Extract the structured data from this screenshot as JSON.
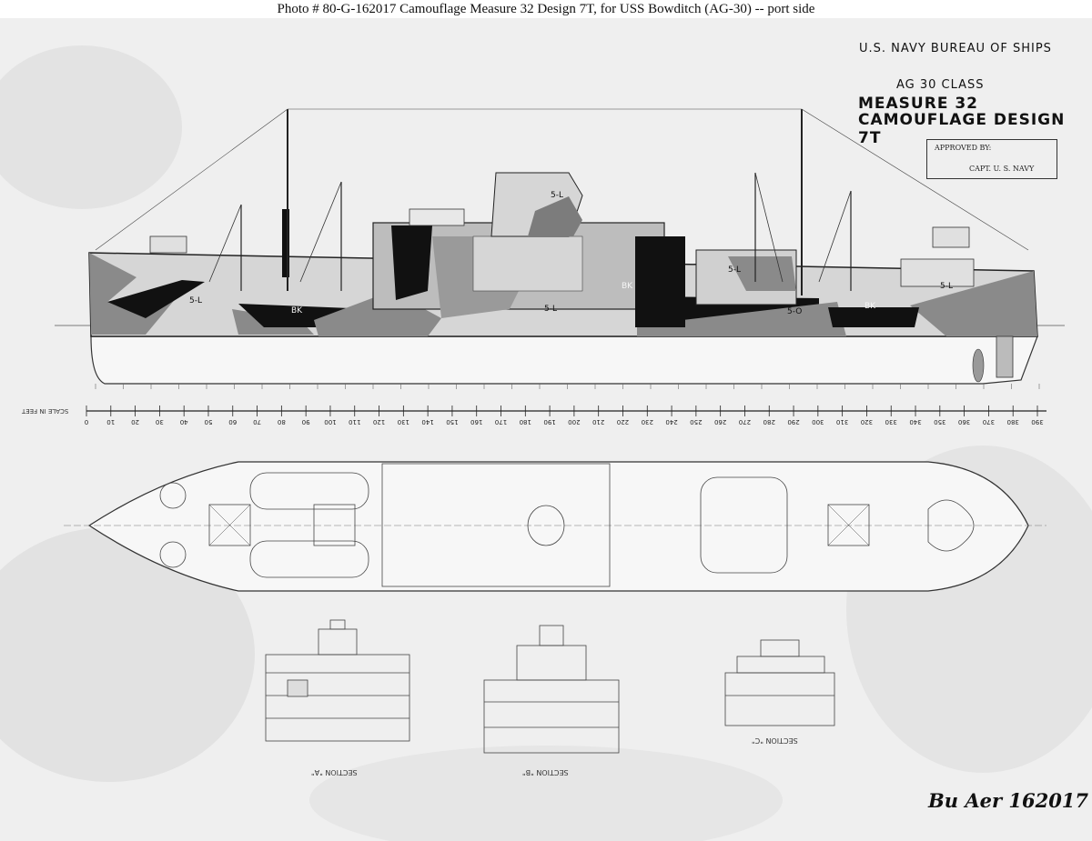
{
  "caption": "Photo # 80-G-162017 Camouflage Measure 32 Design 7T, for USS Bowditch (AG-30) -- port side",
  "header": {
    "navy": "U.S. NAVY BUREAU OF SHIPS",
    "ship_class": "AG 30 CLASS",
    "measure": "MEASURE 32",
    "design": "CAMOUFLAGE DESIGN 7T"
  },
  "approval": {
    "label": "APPROVED BY:",
    "signature_line": "CAPT. U. S. NAVY"
  },
  "paint_codes": {
    "light": "5-L",
    "black": "BK",
    "ocean": "5-O"
  },
  "section_labels": {
    "a": "SECTION \"A\"",
    "b": "SECTION \"B\"",
    "c": "SECTION \"C\""
  },
  "scale_label": "SCALE IN FEET",
  "scale_ticks": [
    "0",
    "10",
    "20",
    "30",
    "40",
    "50",
    "60",
    "70",
    "80",
    "90",
    "100",
    "110",
    "120",
    "130",
    "140",
    "150",
    "160",
    "170",
    "180",
    "190",
    "200",
    "210",
    "220",
    "230",
    "240",
    "250",
    "260",
    "270",
    "280",
    "290",
    "300",
    "310",
    "320",
    "330",
    "340",
    "350",
    "360",
    "370",
    "380",
    "390"
  ],
  "bureau_number": "Bu Aer 162017",
  "colors": {
    "black": "#111111",
    "ocean_gray": "#8a8a8a",
    "light_gray": "#d6d6d6",
    "paper": "#efefef"
  }
}
